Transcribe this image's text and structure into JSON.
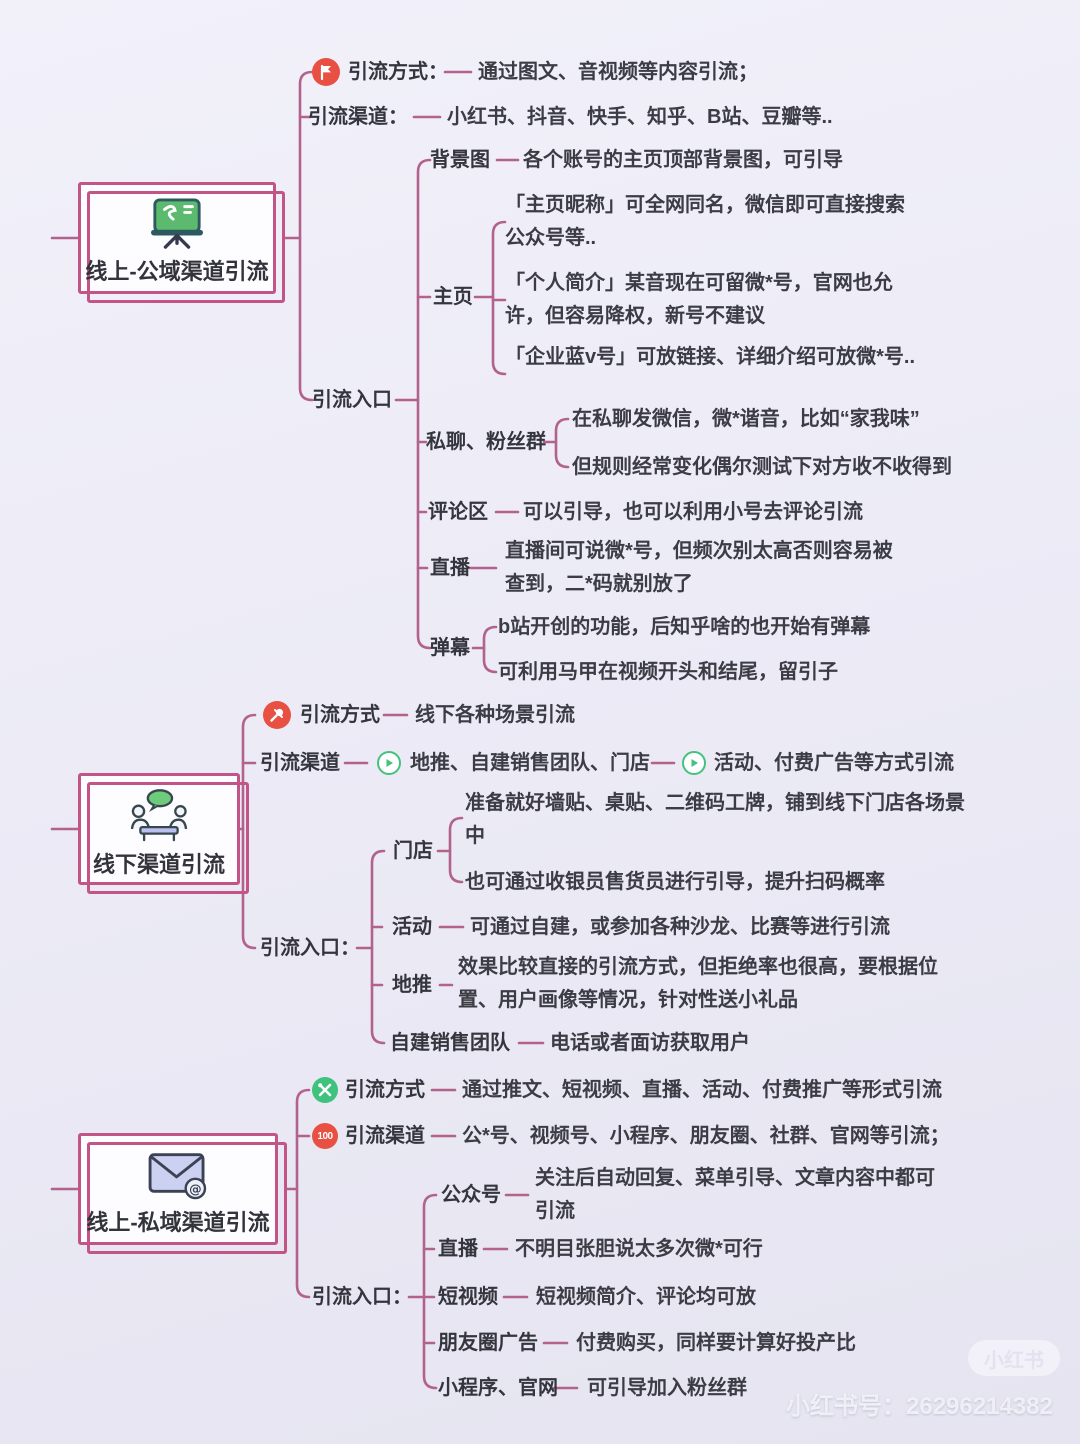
{
  "colors": {
    "line": "#b2628c",
    "box_border": "#c25488",
    "text": "#3c3c45",
    "red_icon": "#e85043",
    "green_icon": "#3ec27c",
    "bg_top": "#f2f1fa",
    "bg_bottom": "#e5e4f0"
  },
  "watermark": {
    "badge": "小红书",
    "id": "小红书号：26296214382"
  },
  "sections": [
    {
      "title": "线上-公域渠道引流",
      "icon": "blackboard-icon",
      "method": {
        "icon": "flag-icon",
        "label": "引流方式：",
        "detail": "通过图文、音视频等内容引流；"
      },
      "channel": {
        "label": "引流渠道：",
        "detail": "小红书、抖音、快手、知乎、B站、豆瓣等.."
      },
      "entry": {
        "label": "引流入口"
      },
      "entries": [
        {
          "label": "背景图",
          "d": [
            "各个账号的主页顶部背景图，可引导"
          ]
        },
        {
          "label": "主页",
          "d": [
            "「主页昵称」可全网同名，微信即可直接搜索公众号等..",
            "「个人简介」某音现在可留微*号，官网也允许，但容易降权，新号不建议",
            "「企业蓝v号」可放链接、详细介绍可放微*号.."
          ]
        },
        {
          "label": "私聊、粉丝群",
          "d": [
            "在私聊发微信，微*谐音，比如“家我味”",
            "但规则经常变化偶尔测试下对方收不收得到"
          ]
        },
        {
          "label": "评论区",
          "d": [
            "可以引导，也可以利用小号去评论引流"
          ]
        },
        {
          "label": "直播",
          "d": [
            "直播间可说微*号，但频次别太高否则容易被查到，二*码就别放了"
          ]
        },
        {
          "label": "弹幕",
          "d": [
            "b站开创的功能，后知乎啥的也开始有弹幕",
            "可利用马甲在视频开头和结尾，留引子"
          ]
        }
      ]
    },
    {
      "title": "线下渠道引流",
      "icon": "meeting-icon",
      "method": {
        "icon": "pin-icon",
        "label": "引流方式",
        "detail": "线下各种场景引流"
      },
      "channel": {
        "label": "引流渠道",
        "detail1": "地推、自建销售团队、门店",
        "detail2": "活动、付费广告等方式引流"
      },
      "entry": {
        "label": "引流入口："
      },
      "entries": [
        {
          "label": "门店",
          "d": [
            "准备就好墙贴、桌贴、二维码工牌，铺到线下门店各场景中",
            "也可通过收银员售货员进行引导，提升扫码概率"
          ]
        },
        {
          "label": "活动",
          "d": [
            "可通过自建，或参加各种沙龙、比赛等进行引流"
          ]
        },
        {
          "label": "地推",
          "d": [
            "效果比较直接的引流方式，但拒绝率也很高，要根据位置、用户画像等情况，针对性送小礼品"
          ]
        },
        {
          "label": "自建销售团队",
          "d": [
            "电话或者面访获取用户"
          ]
        }
      ]
    },
    {
      "title": "线上-私域渠道引流",
      "icon": "mail-icon",
      "method": {
        "icon": "tools-icon",
        "label": "引流方式",
        "detail": "通过推文、短视频、直播、活动、付费推广等形式引流"
      },
      "channel": {
        "icon": "hundred-icon",
        "label": "引流渠道",
        "detail": "公*号、视频号、小程序、朋友圈、社群、官网等引流；"
      },
      "entry": {
        "label": "引流入口："
      },
      "entries": [
        {
          "label": "公众号",
          "d": [
            "关注后自动回复、菜单引导、文章内容中都可引流"
          ]
        },
        {
          "label": "直播",
          "d": [
            "不明目张胆说太多次微*可行"
          ]
        },
        {
          "label": "短视频",
          "d": [
            "短视频简介、评论均可放"
          ]
        },
        {
          "label": "朋友圈广告",
          "d": [
            "付费购买，同样要计算好投产比"
          ]
        },
        {
          "label": "小程序、官网",
          "d": [
            "可引导加入粉丝群"
          ]
        }
      ]
    }
  ]
}
